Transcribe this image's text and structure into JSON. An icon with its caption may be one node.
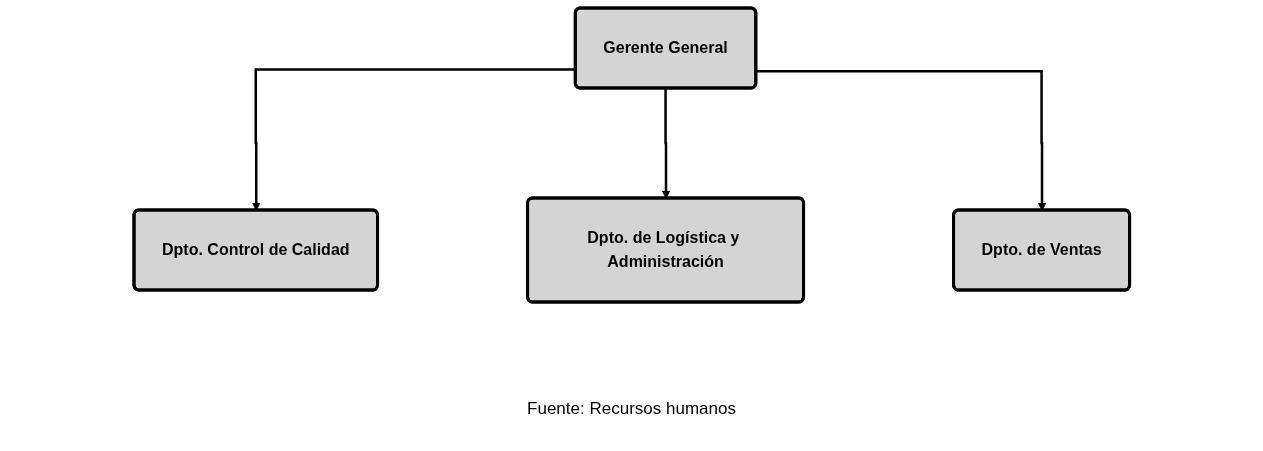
{
  "diagram": {
    "caption": "Fuente: Recursos humanos",
    "nodes": [
      {
        "text": [
          "Gerente General"
        ]
      },
      {
        "text": [
          "Dpto. Control de Calidad"
        ]
      },
      {
        "text": [
          "Dpto. de Logística y Administración"
        ]
      },
      {
        "text": [
          "Dpto. de Ventas"
        ]
      }
    ],
    "edges": [
      {
        "from": 0,
        "to": 1,
        "arrow": "to"
      },
      {
        "from": 0,
        "to": 2,
        "arrow": "to"
      },
      {
        "from": 0,
        "to": 3,
        "arrow": "to"
      }
    ]
  }
}
